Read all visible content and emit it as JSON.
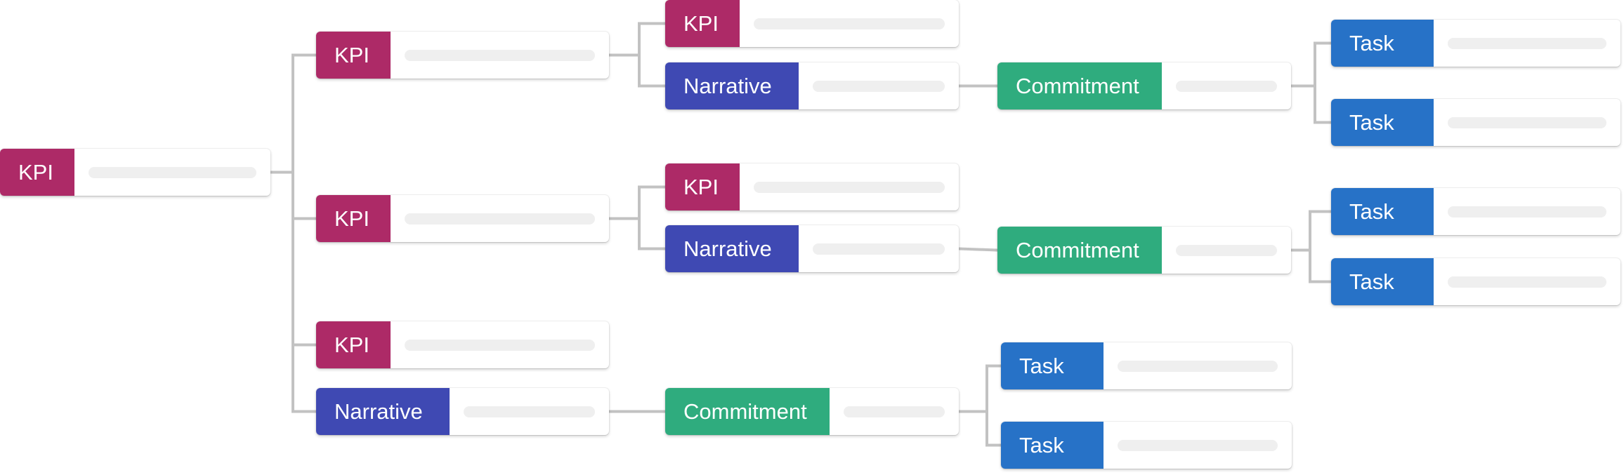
{
  "colors": {
    "KPI": "#ad2a67",
    "Narrative": "#3f49b3",
    "Commitment": "#2fac7e",
    "Task": "#2772c7",
    "connector": "#c2c2c2",
    "placeholder_bar": "#efefef"
  },
  "nodes": [
    {
      "id": "root-kpi",
      "type": "KPI",
      "label": "KPI"
    },
    {
      "id": "kpi-a",
      "type": "KPI",
      "label": "KPI"
    },
    {
      "id": "kpi-b",
      "type": "KPI",
      "label": "KPI"
    },
    {
      "id": "kpi-c",
      "type": "KPI",
      "label": "KPI"
    },
    {
      "id": "narrative-c",
      "type": "Narrative",
      "label": "Narrative"
    },
    {
      "id": "kpi-a1",
      "type": "KPI",
      "label": "KPI"
    },
    {
      "id": "narrative-a",
      "type": "Narrative",
      "label": "Narrative"
    },
    {
      "id": "kpi-b1",
      "type": "KPI",
      "label": "KPI"
    },
    {
      "id": "narrative-b",
      "type": "Narrative",
      "label": "Narrative"
    },
    {
      "id": "commitment-c",
      "type": "Commitment",
      "label": "Commitment"
    },
    {
      "id": "commitment-a",
      "type": "Commitment",
      "label": "Commitment"
    },
    {
      "id": "commitment-b",
      "type": "Commitment",
      "label": "Commitment"
    },
    {
      "id": "task-c1",
      "type": "Task",
      "label": "Task"
    },
    {
      "id": "task-c2",
      "type": "Task",
      "label": "Task"
    },
    {
      "id": "task-a1",
      "type": "Task",
      "label": "Task"
    },
    {
      "id": "task-a2",
      "type": "Task",
      "label": "Task"
    },
    {
      "id": "task-b1",
      "type": "Task",
      "label": "Task"
    },
    {
      "id": "task-b2",
      "type": "Task",
      "label": "Task"
    }
  ],
  "edges": [
    [
      "root-kpi",
      "kpi-a"
    ],
    [
      "root-kpi",
      "kpi-b"
    ],
    [
      "root-kpi",
      "kpi-c"
    ],
    [
      "root-kpi",
      "narrative-c"
    ],
    [
      "kpi-a",
      "kpi-a1"
    ],
    [
      "kpi-a",
      "narrative-a"
    ],
    [
      "kpi-b",
      "kpi-b1"
    ],
    [
      "kpi-b",
      "narrative-b"
    ],
    [
      "narrative-a",
      "commitment-a"
    ],
    [
      "narrative-b",
      "commitment-b"
    ],
    [
      "narrative-c",
      "commitment-c"
    ],
    [
      "commitment-a",
      "task-a1"
    ],
    [
      "commitment-a",
      "task-a2"
    ],
    [
      "commitment-b",
      "task-b1"
    ],
    [
      "commitment-b",
      "task-b2"
    ],
    [
      "commitment-c",
      "task-c1"
    ],
    [
      "commitment-c",
      "task-c2"
    ]
  ]
}
